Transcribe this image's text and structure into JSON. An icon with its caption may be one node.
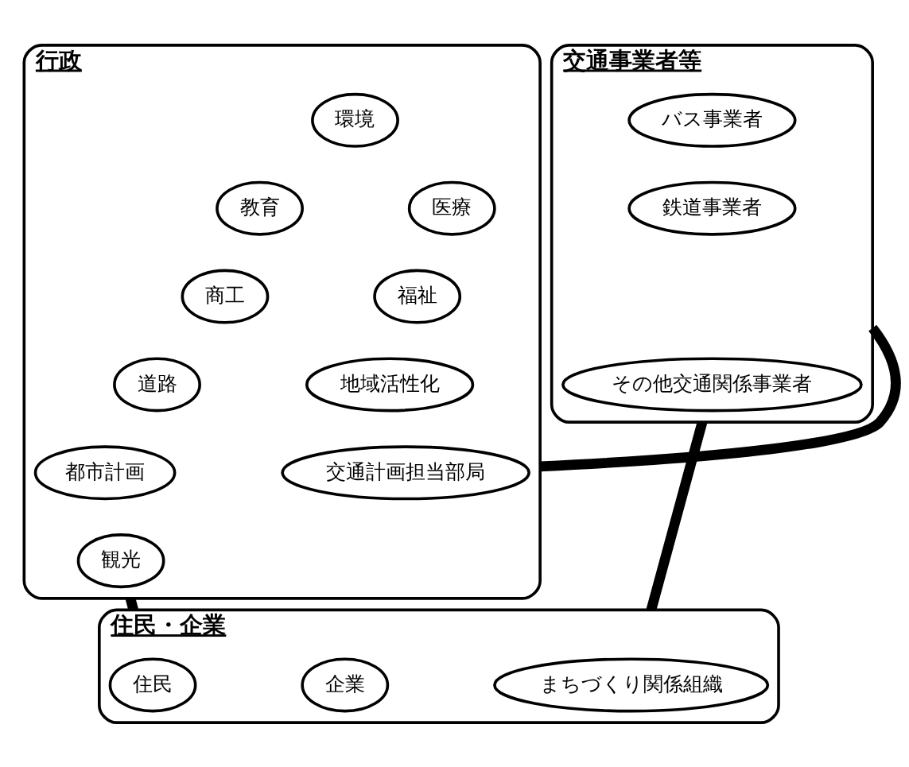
{
  "diagram": {
    "nodes": [
      {
        "text": [
          "行政"
        ]
      },
      {
        "text": [
          "環境"
        ],
        "in": 0
      },
      {
        "text": [
          "教育"
        ],
        "in": 0
      },
      {
        "text": [
          "医療"
        ],
        "in": 0
      },
      {
        "text": [
          "商工"
        ],
        "in": 0
      },
      {
        "text": [
          "福祉"
        ],
        "in": 0
      },
      {
        "text": [
          "道路"
        ],
        "in": 0
      },
      {
        "text": [
          "地域活性化"
        ],
        "in": 0
      },
      {
        "text": [
          "都市計画"
        ],
        "in": 0
      },
      {
        "text": [
          "交通計画担当部局"
        ],
        "in": 0
      },
      {
        "text": [
          "観光"
        ],
        "in": 0
      },
      {
        "text": [
          "交通事業者等"
        ]
      },
      {
        "text": [
          "バス事業者"
        ],
        "in": 11
      },
      {
        "text": [
          "鉄道事業者"
        ],
        "in": 11
      },
      {
        "text": [
          "その他交通関係事業者"
        ],
        "in": 11
      },
      {
        "text": [
          "住民・企業"
        ]
      },
      {
        "text": [
          "住民"
        ],
        "in": 15
      },
      {
        "text": [
          "企業"
        ],
        "in": 15
      },
      {
        "text": [
          "まちづくり関係組織"
        ],
        "in": 15
      }
    ],
    "edges": [
      {
        "from": 0,
        "to": 11,
        "arrow": "none"
      },
      {
        "from": 0,
        "to": 15,
        "arrow": "none"
      },
      {
        "from": 11,
        "to": 15,
        "arrow": "none"
      }
    ]
  }
}
